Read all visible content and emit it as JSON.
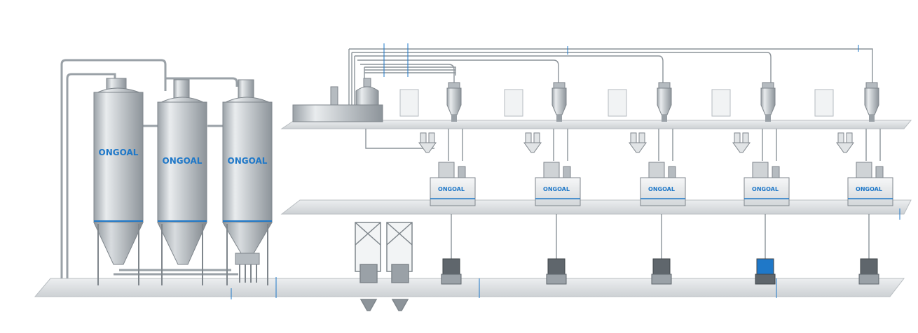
{
  "brand": "ONGOAL",
  "silos": [
    {
      "id": "silo-1",
      "label": "ONGOAL"
    },
    {
      "id": "silo-2",
      "label": "ONGOAL"
    },
    {
      "id": "silo-3",
      "label": "ONGOAL"
    }
  ],
  "mixers": [
    {
      "id": "mixer-1",
      "label": "ONGOAL"
    },
    {
      "id": "mixer-2",
      "label": "ONGOAL"
    },
    {
      "id": "mixer-3",
      "label": "ONGOAL"
    },
    {
      "id": "mixer-4",
      "label": "ONGOAL"
    },
    {
      "id": "mixer-5",
      "label": "ONGOAL"
    }
  ],
  "colors": {
    "accent": "#1f78c8",
    "steel": "#c9ced3",
    "platform": "#e4e6e8",
    "pipe": "#8c9399"
  }
}
